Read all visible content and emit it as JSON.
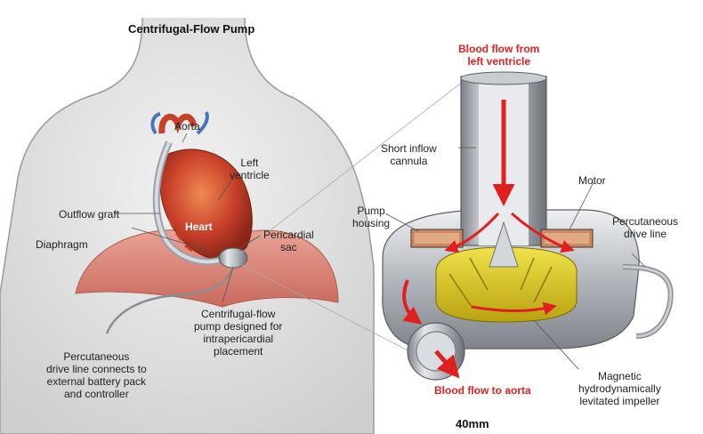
{
  "title": "Centrifugal-Flow Pump",
  "scale_label": "40mm",
  "body_labels": {
    "aorta": "Aorta",
    "left_ventricle": "Left\nventricle",
    "outflow_graft": "Outflow graft",
    "heart": "Heart",
    "pericardial_sac": "Pericardial\nsac",
    "diaphragm": "Diaphragm",
    "pump_placement": "Centrifugal-flow\npump designed for\nintrapericardial\nplacement",
    "drive_line": "Percutaneous\ndrive line connects to\nexternal battery pack\nand controller"
  },
  "pump_labels": {
    "flow_in": "Blood flow from\nleft ventricle",
    "inflow_cannula": "Short inflow\ncannula",
    "motor": "Motor",
    "pump_housing": "Pump\nhousing",
    "perc_drive_line": "Percutaneous\ndrive line",
    "flow_out": "Blood flow to aorta",
    "impeller": "Magnetic\nhydrodynamically\nlevitated impeller"
  },
  "colors": {
    "skin": "#d9d9d9",
    "outline": "#9a9a9a",
    "diaphragm": "#d98c80",
    "heart": "#c8402a",
    "metal": "#b8bcc2",
    "impeller": "#d8c21a",
    "flow_arrow": "#e02020",
    "copper": "#b8714a"
  }
}
